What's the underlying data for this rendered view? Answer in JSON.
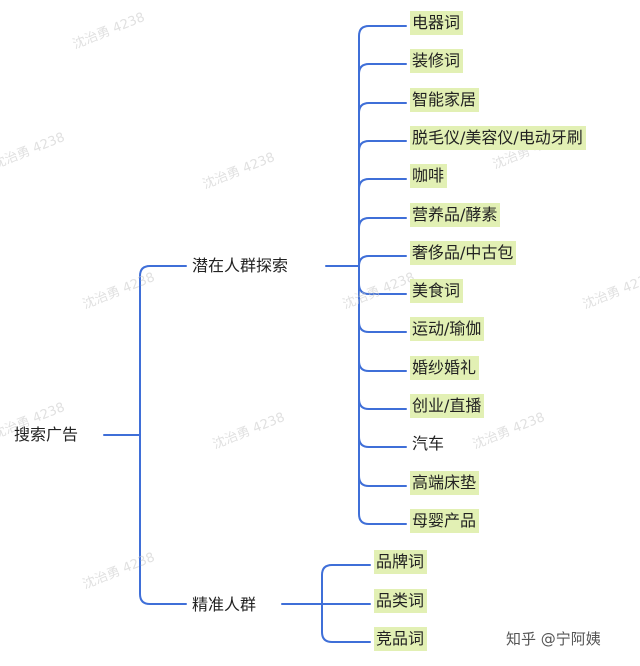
{
  "root": {
    "label": "搜索广告"
  },
  "branches": [
    {
      "label": "潜在人群探索",
      "items": [
        {
          "label": "电器词",
          "highlight": true
        },
        {
          "label": "装修词",
          "highlight": true
        },
        {
          "label": "智能家居",
          "highlight": true
        },
        {
          "label": "脱毛仪/美容仪/电动牙刷",
          "highlight": true
        },
        {
          "label": "咖啡",
          "highlight": true
        },
        {
          "label": "营养品/酵素",
          "highlight": true
        },
        {
          "label": "奢侈品/中古包",
          "highlight": true
        },
        {
          "label": "美食词",
          "highlight": true
        },
        {
          "label": "运动/瑜伽",
          "highlight": true
        },
        {
          "label": "婚纱婚礼",
          "highlight": true
        },
        {
          "label": "创业/直播",
          "highlight": true
        },
        {
          "label": "汽车",
          "highlight": false
        },
        {
          "label": "高端床垫",
          "highlight": true
        },
        {
          "label": "母婴产品",
          "highlight": true
        }
      ]
    },
    {
      "label": "精准人群",
      "items": [
        {
          "label": "品牌词",
          "highlight": true
        },
        {
          "label": "品类词",
          "highlight": true
        },
        {
          "label": "竞品词",
          "highlight": true
        }
      ]
    }
  ],
  "watermark": "沈治勇 4238",
  "footer": "知乎 @宁阿姨",
  "colors": {
    "line": "#3f6fd8",
    "highlight": "#e2f0b4"
  }
}
